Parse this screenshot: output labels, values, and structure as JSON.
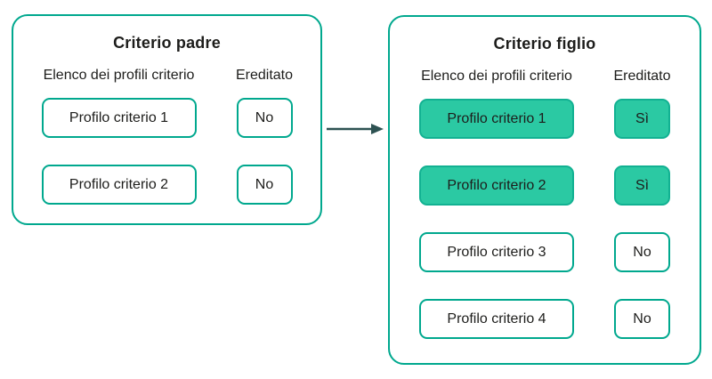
{
  "colors": {
    "accent": "#00a88e",
    "highlight-fill": "#2bc9a3",
    "highlight-border": "#12b192",
    "arrow": "#2d5252",
    "text": "#1d1d1b"
  },
  "panels": [
    {
      "title": "Criterio padre",
      "col1_header": "Elenco dei profili criterio",
      "col2_header": "Ereditato",
      "rows": [
        {
          "label": "Profilo criterio 1",
          "inherited": "No",
          "highlighted": false
        },
        {
          "label": "Profilo criterio 2",
          "inherited": "No",
          "highlighted": false
        }
      ]
    },
    {
      "title": "Criterio figlio",
      "col1_header": "Elenco dei profili criterio",
      "col2_header": "Ereditato",
      "rows": [
        {
          "label": "Profilo criterio 1",
          "inherited": "Sì",
          "highlighted": true
        },
        {
          "label": "Profilo criterio 2",
          "inherited": "Sì",
          "highlighted": true
        },
        {
          "label": "Profilo criterio 3",
          "inherited": "No",
          "highlighted": false
        },
        {
          "label": "Profilo criterio 4",
          "inherited": "No",
          "highlighted": false
        }
      ]
    }
  ]
}
